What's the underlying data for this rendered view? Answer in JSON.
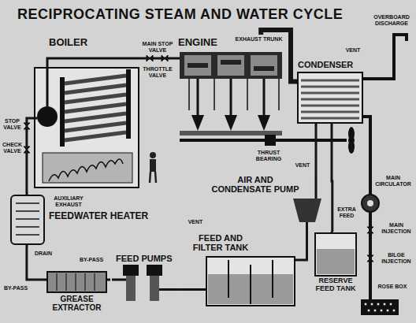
{
  "diagram": {
    "title": "RECIPROCATING STEAM AND WATER CYCLE",
    "nodes": [
      {
        "text": [
          "BOILER"
        ]
      },
      {
        "text": [
          "ENGINE"
        ]
      },
      {
        "text": [
          "CONDENSER"
        ]
      },
      {
        "text": [
          "AIR AND CONDENSATE PUMP"
        ]
      },
      {
        "text": [
          "FEEDWATER HEATER"
        ]
      },
      {
        "text": [
          "FEED PUMPS"
        ]
      },
      {
        "text": [
          "FEED AND FILTER TANK"
        ]
      },
      {
        "text": [
          "RESERVE FEED TANK"
        ]
      },
      {
        "text": [
          "GREASE EXTRACTOR"
        ]
      }
    ],
    "edges": [
      {
        "from": 0,
        "to": 1,
        "arrow": "none"
      },
      {
        "from": 1,
        "to": 2,
        "arrow": "none"
      },
      {
        "from": 2,
        "to": 3,
        "arrow": "none"
      },
      {
        "from": 3,
        "to": 6,
        "arrow": "none"
      },
      {
        "from": 6,
        "to": 5,
        "arrow": "none"
      },
      {
        "from": 5,
        "to": 8,
        "arrow": "none"
      },
      {
        "from": 8,
        "to": 4,
        "arrow": "none"
      },
      {
        "from": 4,
        "to": 0,
        "arrow": "none"
      },
      {
        "from": 7,
        "to": 2,
        "arrow": "none"
      }
    ],
    "labels": [
      "MAIN STOP VALVE",
      "EXHAUST TRUNK",
      "OVERBOARD DISCHARGE",
      "VENT",
      "STOP VALVE",
      "THROTTLE VALVE",
      "CHECK VALVE",
      "THRUST BEARING",
      "VENT",
      "MAIN CIRCULATOR",
      "AUXILIARY EXHAUST",
      "EXTRA FEED",
      "MAIN INJECTION",
      "VENT",
      "DRAIN",
      "BY-PASS",
      "BILGE INJECTION",
      "BY-PASS",
      "ROSE BOX"
    ]
  }
}
